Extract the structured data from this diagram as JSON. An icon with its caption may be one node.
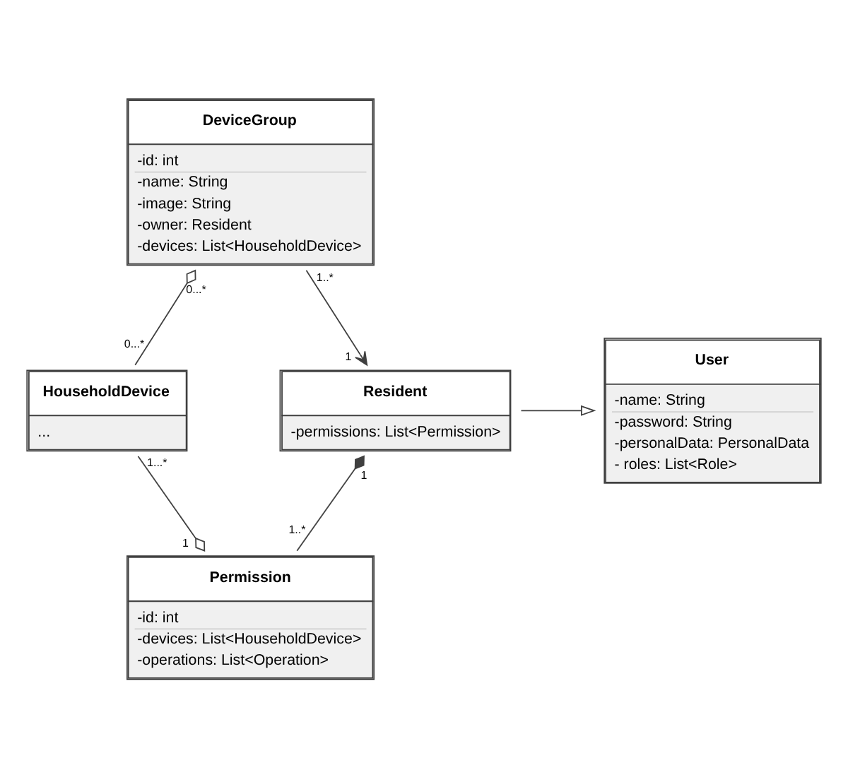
{
  "diagram": {
    "nodes": [
      {
        "text": [
          "DeviceGroup",
          "-id: int",
          "-name: String",
          "-image: String",
          "-owner: Resident",
          "-devices: List<HouseholdDevice>"
        ]
      },
      {
        "text": [
          "HouseholdDevice",
          "..."
        ]
      },
      {
        "text": [
          "Resident",
          "-permissions: List<Permission>"
        ]
      },
      {
        "text": [
          "User",
          "-name: String",
          "-password: String",
          "-personalData: PersonalData",
          "- roles: List<Role>"
        ]
      },
      {
        "text": [
          "Permission",
          "-id: int",
          "-devices: List<HouseholdDevice>",
          "-operations: List<Operation>"
        ]
      }
    ],
    "edges": [
      {
        "from": 0,
        "to": 1,
        "arrow": "other"
      },
      {
        "from": 0,
        "to": 2,
        "arrow": "to"
      },
      {
        "from": 2,
        "to": 3,
        "arrow": "to"
      },
      {
        "from": 2,
        "to": 4,
        "arrow": "other"
      },
      {
        "from": 4,
        "to": 1,
        "arrow": "other"
      }
    ],
    "labels": [
      "0...*",
      "1..*",
      "0...*",
      "1",
      "1...*",
      "1",
      "1..*",
      "1"
    ]
  }
}
